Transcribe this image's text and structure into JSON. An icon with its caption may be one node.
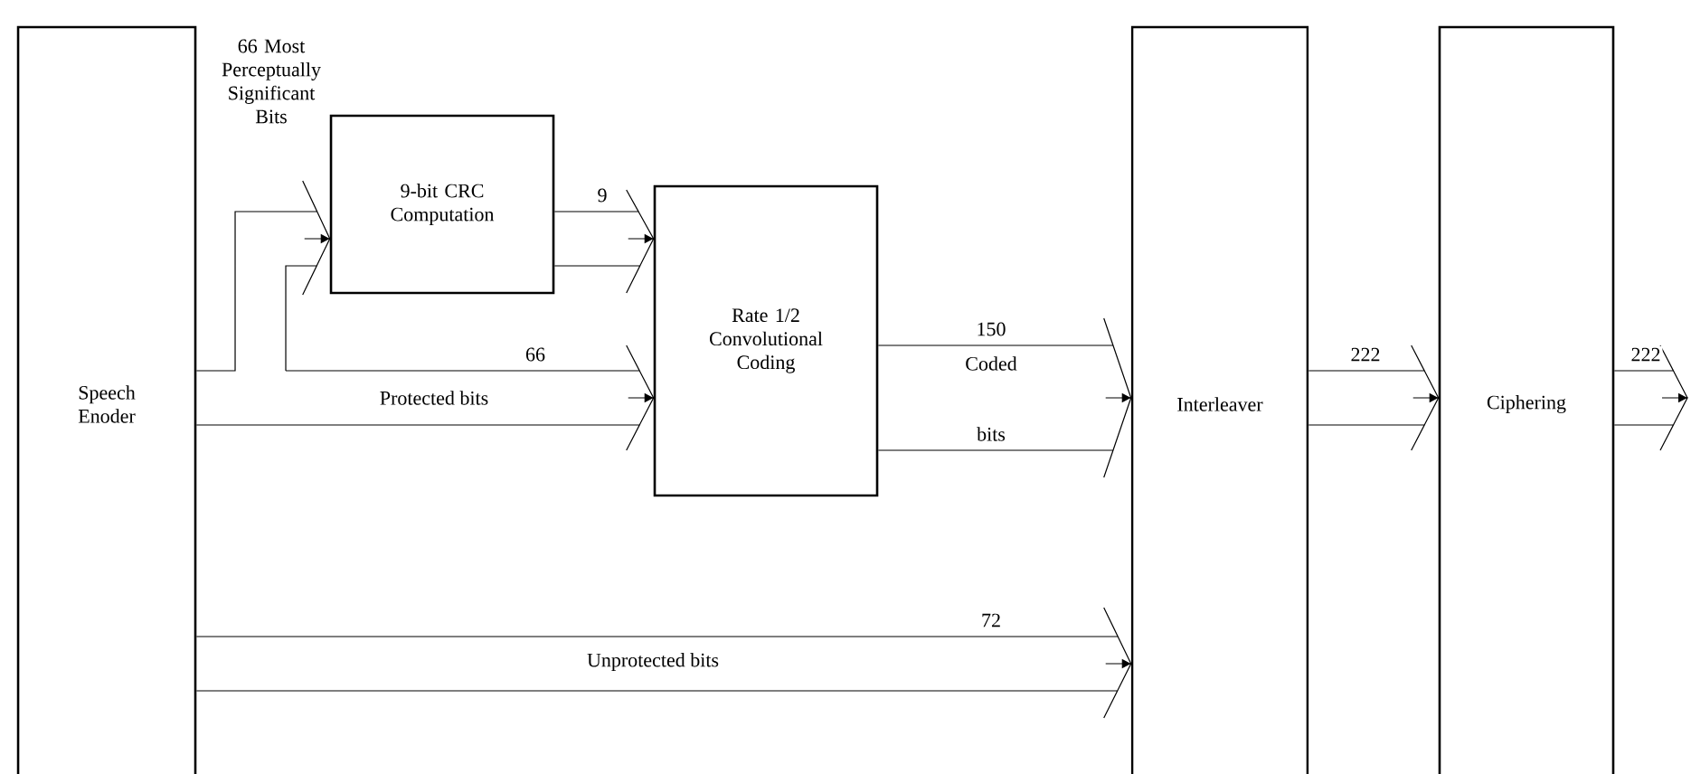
{
  "diagram": {
    "nodes": [
      {
        "text": [
          "Speech Enoder"
        ]
      },
      {
        "text": [
          "9-bit CRC Computation"
        ]
      },
      {
        "text": [
          "Rate 1/2 Convolutional Coding"
        ]
      },
      {
        "text": [
          "Interleaver"
        ]
      },
      {
        "text": [
          "Ciphering"
        ]
      }
    ],
    "edges": [
      {
        "from": 0,
        "to": 1,
        "arrow": "to",
        "label": "66 Most Perceptually Significant Bits"
      },
      {
        "from": 0,
        "to": 2,
        "arrow": "to",
        "label": "66"
      },
      {
        "from": 1,
        "to": 2,
        "arrow": "to",
        "label": "9"
      },
      {
        "from": 2,
        "to": 3,
        "arrow": "to",
        "label": "150"
      },
      {
        "from": 0,
        "to": 3,
        "arrow": "to",
        "label": "72"
      },
      {
        "from": 3,
        "to": 4,
        "arrow": "to",
        "label": "222"
      },
      {
        "from": 4,
        "to": null,
        "arrow": "to",
        "label": "222"
      }
    ],
    "labels": [
      "Protected bits",
      "Coded",
      "bits",
      "Unprotected bits"
    ]
  }
}
